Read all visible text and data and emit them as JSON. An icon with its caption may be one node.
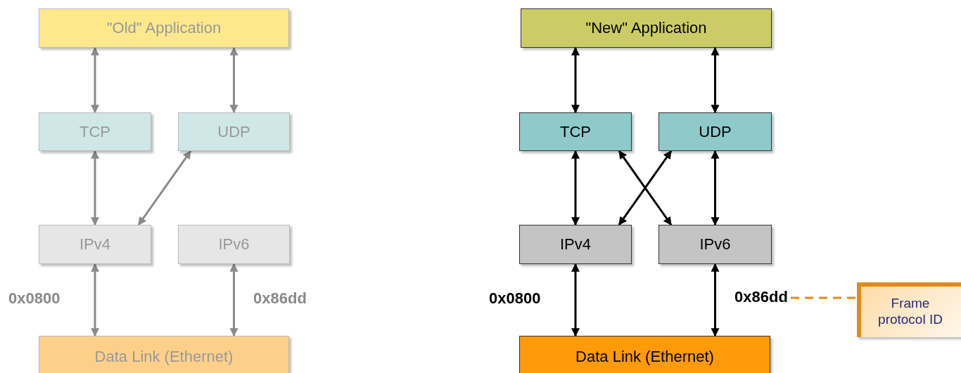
{
  "diagram": {
    "nodes": [
      {
        "text": [
          "\"Old\" Application"
        ]
      },
      {
        "text": [
          "TCP"
        ]
      },
      {
        "text": [
          "UDP"
        ]
      },
      {
        "text": [
          "IPv4"
        ]
      },
      {
        "text": [
          "IPv6"
        ]
      },
      {
        "text": [
          "Data Link (Ethernet)"
        ]
      },
      {
        "text": [
          "\"New\" Application"
        ]
      },
      {
        "text": [
          "TCP"
        ]
      },
      {
        "text": [
          "UDP"
        ]
      },
      {
        "text": [
          "IPv4"
        ]
      },
      {
        "text": [
          "IPv6"
        ]
      },
      {
        "text": [
          "Data Link (Ethernet)"
        ]
      },
      {
        "text": [
          "Frame protocol ID"
        ]
      },
      {
        "text": [
          "0x86dd"
        ]
      }
    ],
    "edges": [
      {
        "from": 0,
        "to": 1,
        "arrow": "both",
        "color": "#8a8a8a"
      },
      {
        "from": 0,
        "to": 2,
        "arrow": "both",
        "color": "#8a8a8a"
      },
      {
        "from": 1,
        "to": 3,
        "arrow": "both",
        "color": "#8a8a8a"
      },
      {
        "from": 2,
        "to": 3,
        "arrow": "both",
        "color": "#8a8a8a"
      },
      {
        "from": 3,
        "to": 5,
        "arrow": "both",
        "color": "#8a8a8a"
      },
      {
        "from": 4,
        "to": 5,
        "arrow": "both",
        "color": "#8a8a8a"
      },
      {
        "from": 6,
        "to": 7,
        "arrow": "both"
      },
      {
        "from": 6,
        "to": 8,
        "arrow": "both"
      },
      {
        "from": 7,
        "to": 9,
        "arrow": "both"
      },
      {
        "from": 7,
        "to": 10,
        "arrow": "both"
      },
      {
        "from": 8,
        "to": 9,
        "arrow": "both"
      },
      {
        "from": 8,
        "to": 10,
        "arrow": "both"
      },
      {
        "from": 9,
        "to": 11,
        "arrow": "both"
      },
      {
        "from": 10,
        "to": 11,
        "arrow": "both"
      },
      {
        "from": 13,
        "to": 12,
        "arrow": "none",
        "style": "dashed",
        "color": "#e08a1e"
      }
    ],
    "labels": [
      "0x0800",
      "0x86dd",
      "0x0800"
    ]
  }
}
